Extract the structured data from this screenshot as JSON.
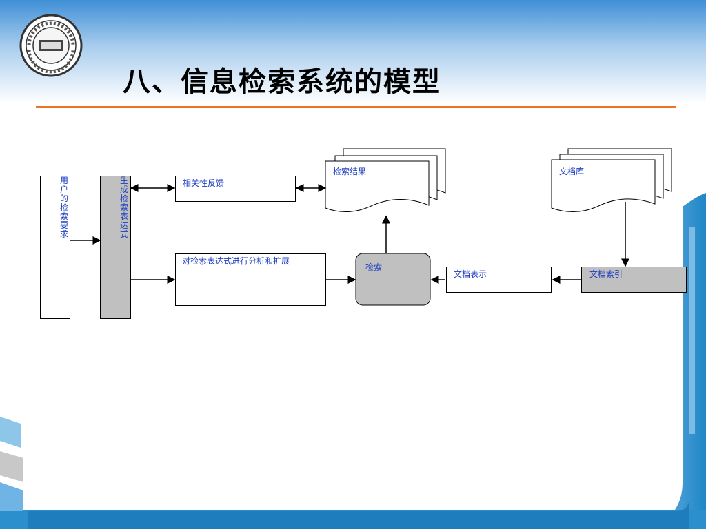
{
  "title": "八、信息检索系统的模型",
  "logo": {
    "alt": "school-seal"
  },
  "diagram": {
    "user_request": "用户的检索要求",
    "generate_expression": "生成检索表达式",
    "relevance_feedback": "相关性反馈",
    "analyze_expand": "对检索表达式进行分析和扩展",
    "retrieval": "检索",
    "retrieval_results": "检索结果",
    "doc_representation": "文档表示",
    "doc_index": "文档索引",
    "doc_library": "文档库"
  },
  "colors": {
    "accent": "#e87722",
    "label_text": "#1f3fbf",
    "grey_box": "#c0c0c0",
    "frame_blue": "#2b8fce"
  }
}
